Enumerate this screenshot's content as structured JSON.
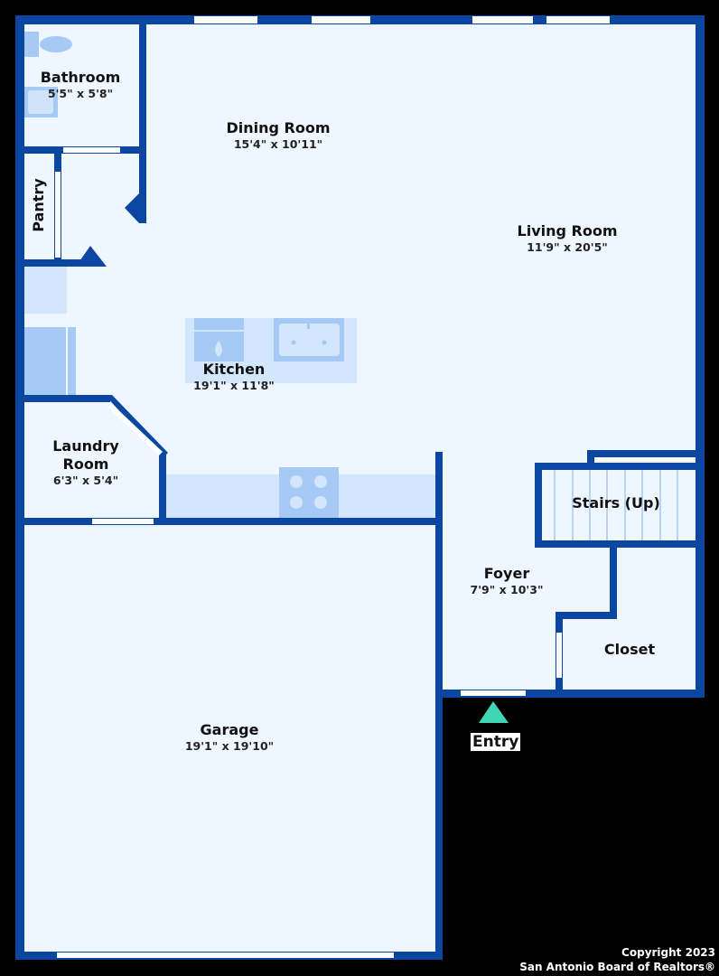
{
  "rooms": [
    {
      "name": "Bathroom",
      "dims": "5'5\" x 5'8\""
    },
    {
      "name": "Dining Room",
      "dims": "15'4\" x 10'11\""
    },
    {
      "name": "Living Room",
      "dims": "11'9\" x 20'5\""
    },
    {
      "name": "Pantry"
    },
    {
      "name": "Kitchen",
      "dims": "19'1\" x 11'8\""
    },
    {
      "name": "Laundry Room",
      "dims": "6'3\" x 5'4\""
    },
    {
      "name": "Stairs (Up)"
    },
    {
      "name": "Foyer",
      "dims": "7'9\" x 10'3\""
    },
    {
      "name": "Closet"
    },
    {
      "name": "Garage",
      "dims": "19'1\" x 19'10\""
    }
  ],
  "entry_label": "Entry",
  "copyright": [
    "Copyright 2023",
    "San Antonio Board of Realtors®"
  ],
  "colors": {
    "wall": "#0b47a0",
    "floor": "#eef7ff",
    "fixture": "#a6c9f6",
    "counter": "#d2e6fc",
    "entry": "#3fd6b4"
  }
}
